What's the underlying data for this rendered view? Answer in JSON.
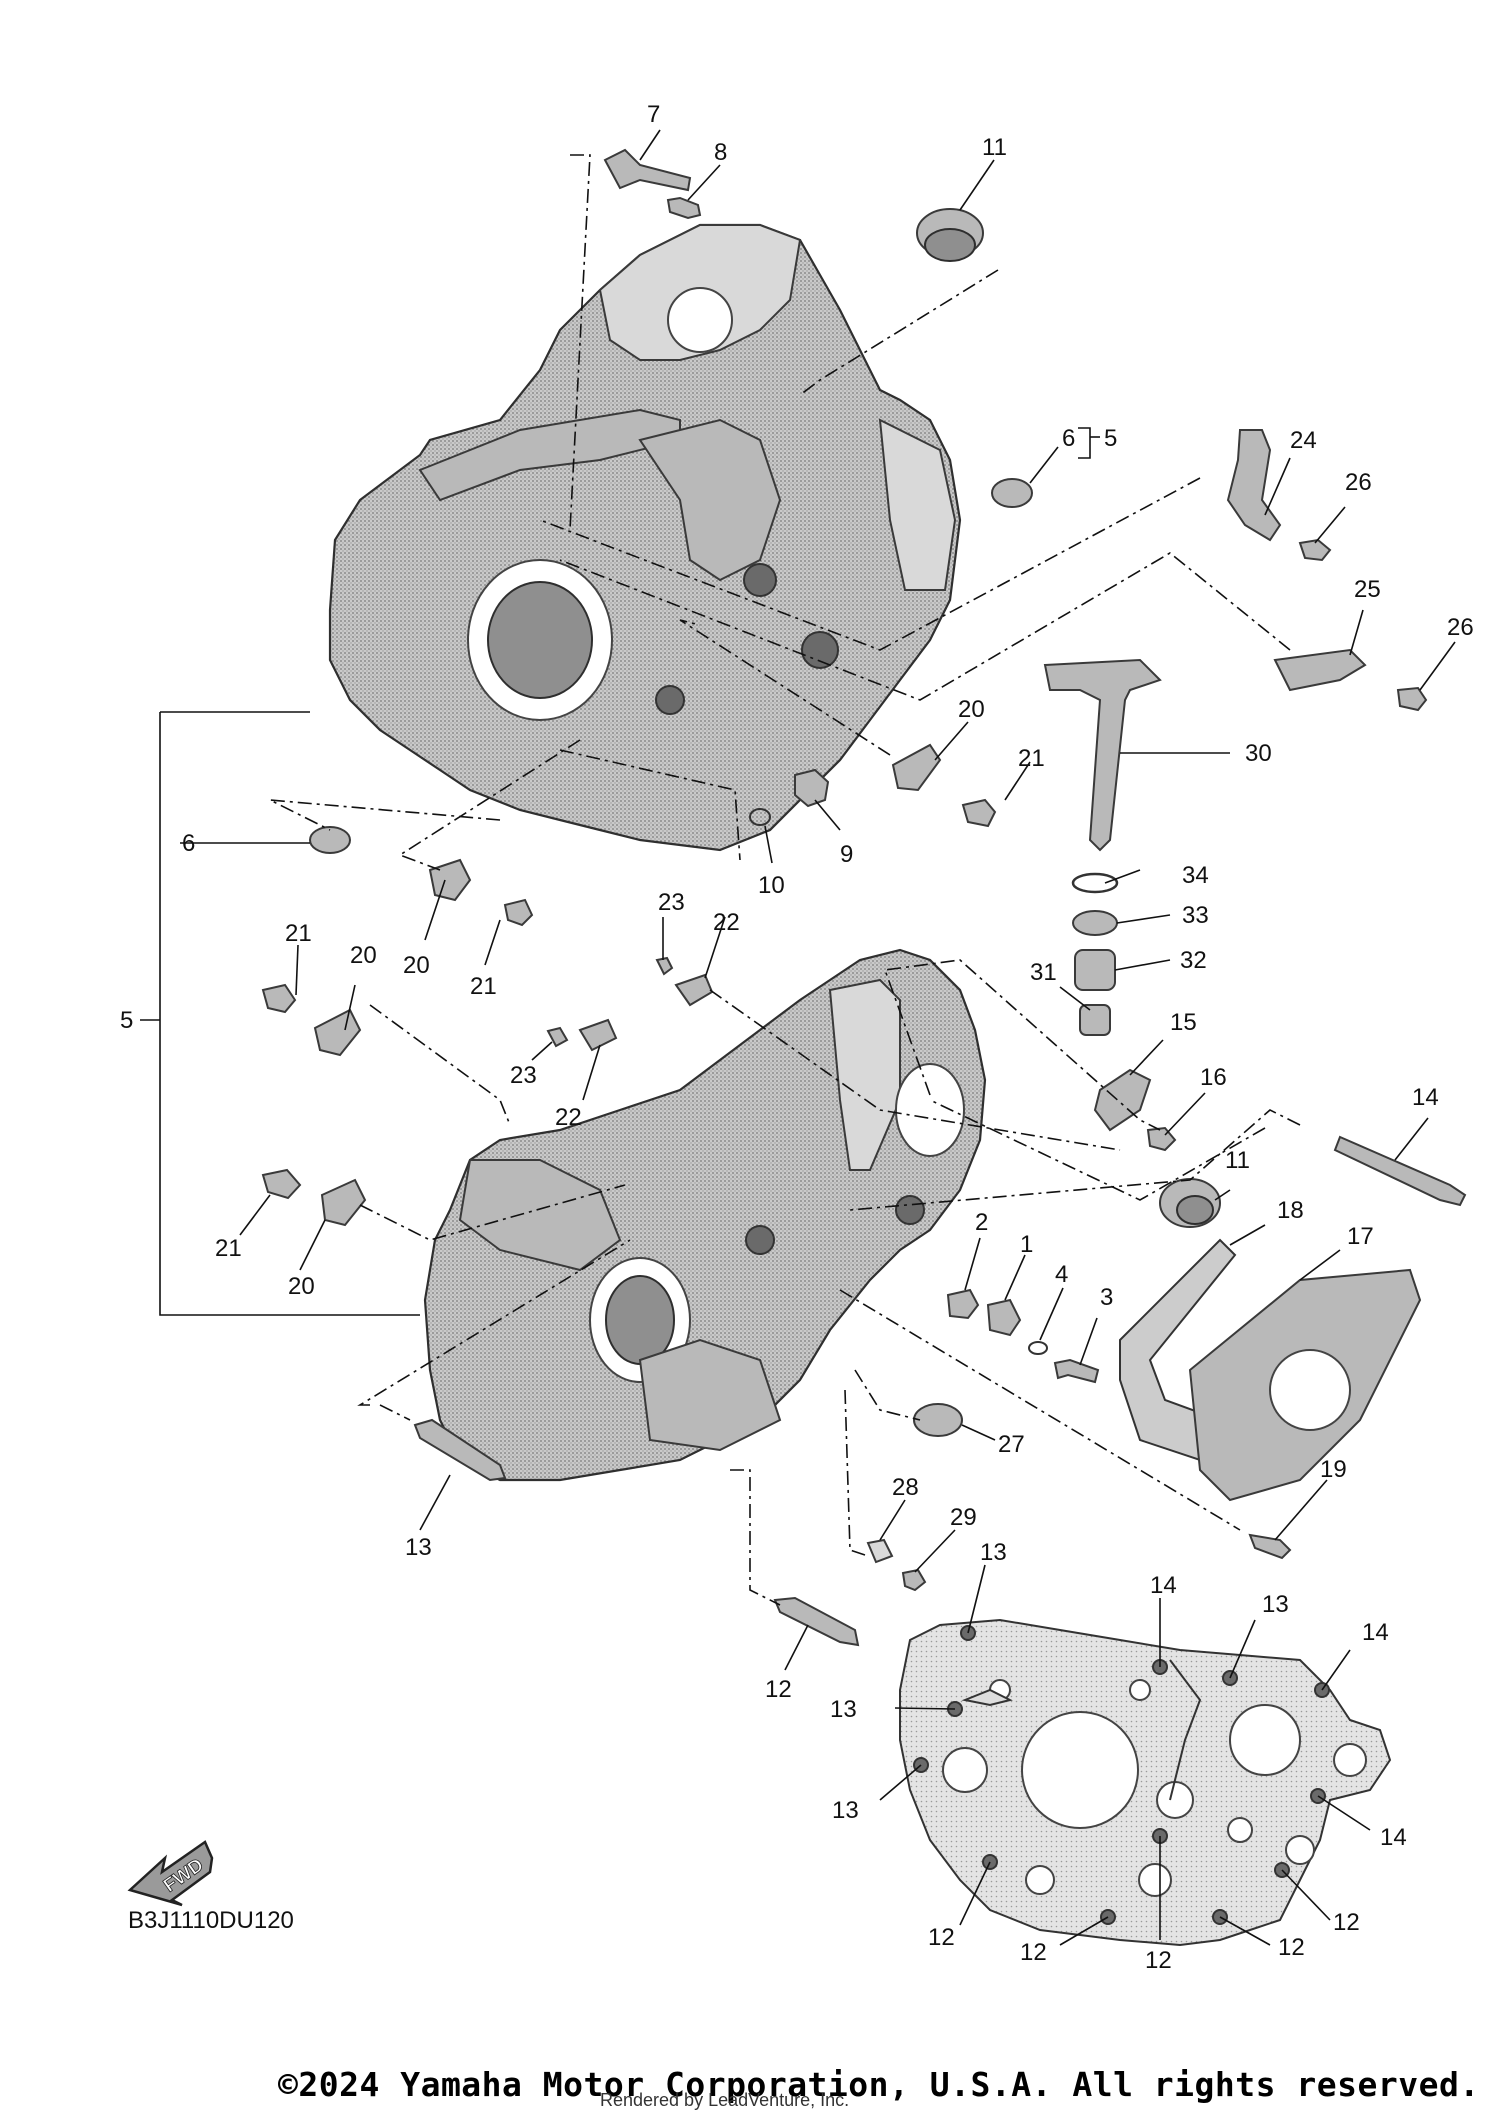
{
  "diagram_code": "B3J1110DU120",
  "fwd_label": "FWD",
  "copyright": "©2024 Yamaha Motor Corporation, U.S.A. All rights reserved.",
  "rendered_by": "Rendered by LeadVenture, Inc.",
  "callouts": {
    "c7": "7",
    "c8": "8",
    "c11a": "11",
    "c6a": "6",
    "c5a": "5",
    "c24": "24",
    "c26a": "26",
    "c25": "25",
    "c26b": "26",
    "c30": "30",
    "c20a": "20",
    "c21a": "21",
    "c9": "9",
    "c10": "10",
    "c6b": "6",
    "c5b": "5",
    "c20b": "20",
    "c21b": "21",
    "c21c": "21",
    "c20c": "20",
    "c23a": "23",
    "c22a": "22",
    "c23b": "23",
    "c22b": "22",
    "c34": "34",
    "c33": "33",
    "c32": "32",
    "c31": "31",
    "c15": "15",
    "c16": "16",
    "c14a": "14",
    "c11b": "11",
    "c18": "18",
    "c17": "17",
    "c2": "2",
    "c1": "1",
    "c4": "4",
    "c3": "3",
    "c21d": "21",
    "c20d": "20",
    "c27": "27",
    "c19": "19",
    "c13a": "13",
    "c28": "28",
    "c29": "29",
    "c12a": "12",
    "c13b": "13",
    "c14b": "14",
    "c13c": "13",
    "c14c": "14",
    "c13d": "13",
    "c13e": "13",
    "c14d": "14",
    "c12b": "12",
    "c12c": "12",
    "c12d": "12",
    "c12e": "12",
    "c12f": "12"
  }
}
